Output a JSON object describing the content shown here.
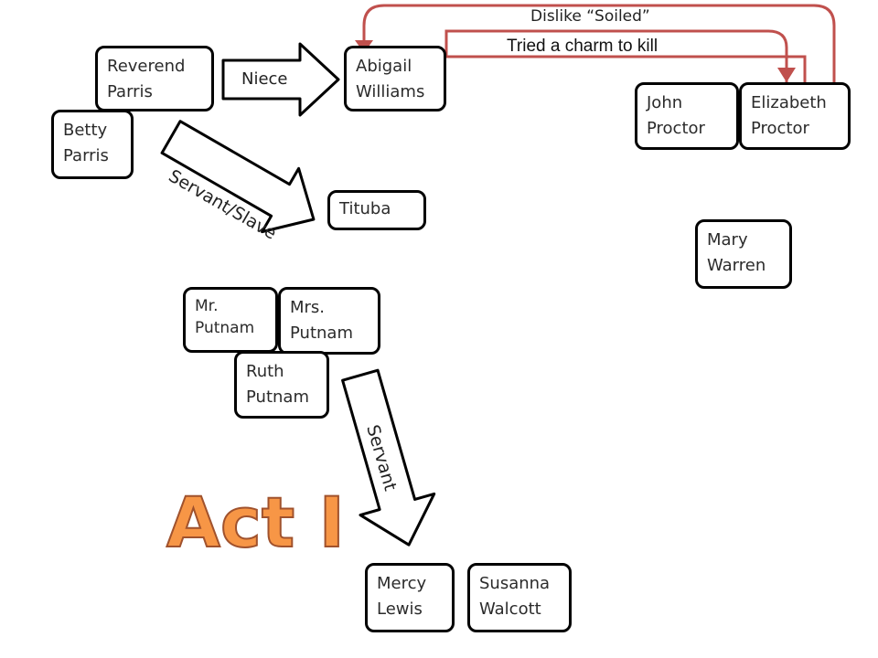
{
  "nodes": {
    "reverend_parris": "Reverend\nParris",
    "abigail_williams": "Abigail\nWilliams",
    "betty_parris": "Betty\nParris",
    "tituba": "Tituba",
    "john_proctor": "John\nProctor",
    "elizabeth_proctor": "Elizabeth\nProctor",
    "mary_warren": "Mary\nWarren",
    "mr_putnam": "Mr.\nPutnam",
    "mrs_putnam": "Mrs.\nPutnam",
    "ruth_putnam": "Ruth\nPutnam",
    "mercy_lewis": "Mercy\nLewis",
    "susanna_walcott": "Susanna\nWalcott"
  },
  "edges": {
    "niece": "Niece",
    "servant_slave": "Servant/Slave",
    "servant": "Servant",
    "dislike": "Dislike “Soiled”",
    "charm": "Tried a charm to kill"
  },
  "title": "Act I",
  "colors": {
    "curve": "#c0504d",
    "outline": "#000000",
    "title_fill": "#f79646",
    "title_stroke": "#a0522d"
  }
}
